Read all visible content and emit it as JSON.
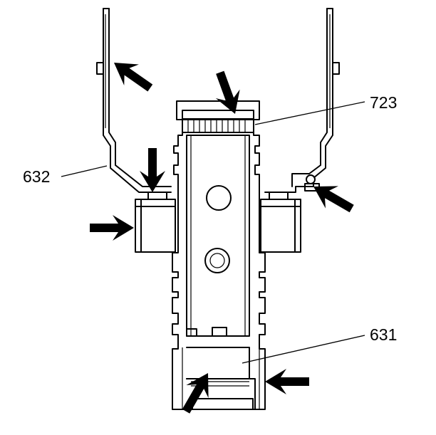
{
  "callouts": {
    "c723": "723",
    "c632": "632",
    "c631": "631"
  },
  "icons": {
    "arrow": "arrow-icon"
  }
}
